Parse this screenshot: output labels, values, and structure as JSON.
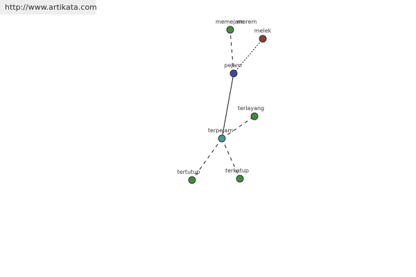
{
  "header": {
    "site_url": "http://www.artikata.com"
  },
  "graph": {
    "colors": {
      "root": "#40499b",
      "hub": "#4c9699",
      "leaf": "#3f8d3c",
      "antonym": "#8e3b39",
      "edge": "#111111"
    },
    "nodes": [
      {
        "id": "memejam",
        "label": "memejam",
        "type": "leaf"
      },
      {
        "id": "merem",
        "label": "merem",
        "type": "leaf"
      },
      {
        "id": "melek",
        "label": "melek",
        "type": "antonym"
      },
      {
        "id": "pejam",
        "label": "pejam",
        "type": "root"
      },
      {
        "id": "terlayang",
        "label": "terlayang",
        "type": "leaf"
      },
      {
        "id": "terpejam",
        "label": "terpejam",
        "type": "hub"
      },
      {
        "id": "tertutup",
        "label": "tertutup",
        "type": "leaf"
      },
      {
        "id": "terkatup",
        "label": "terkatup",
        "type": "leaf"
      }
    ],
    "edges": [
      {
        "from": "pejam",
        "to": "terpejam",
        "style": "solid"
      },
      {
        "from": "pejam",
        "to": "memejam",
        "style": "dashed"
      },
      {
        "from": "pejam",
        "to": "melek",
        "style": "dotted"
      },
      {
        "from": "terpejam",
        "to": "terlayang",
        "style": "dashed"
      },
      {
        "from": "terpejam",
        "to": "tertutup",
        "style": "dashed"
      },
      {
        "from": "terpejam",
        "to": "terkatup",
        "style": "dashed"
      }
    ]
  }
}
